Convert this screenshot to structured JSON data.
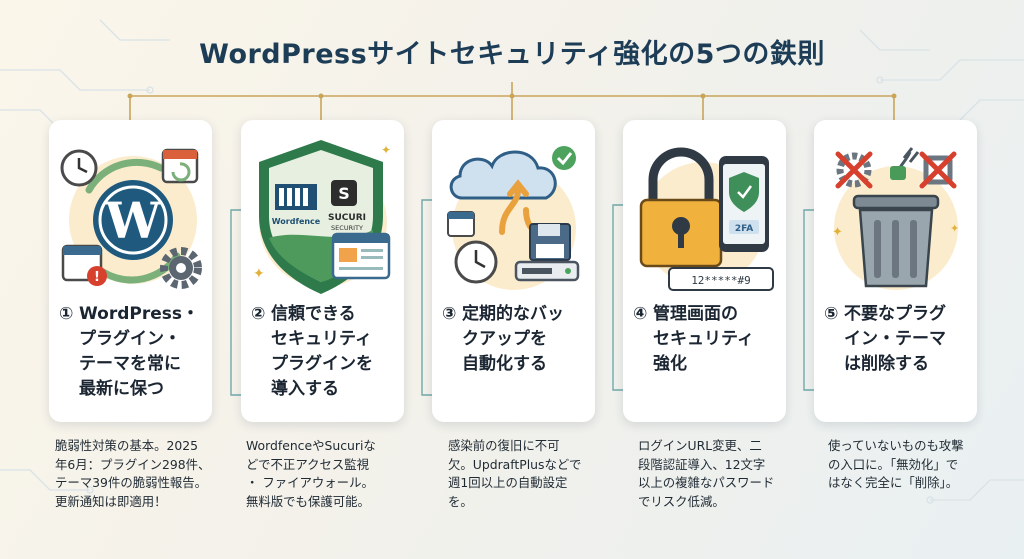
{
  "title": "WordPressサイトセキュリティ強化の5つの鉄則",
  "colors": {
    "title": "#1d3d57",
    "line": "#c9a55a",
    "line_teal": "#5aa3a6",
    "card": "#ffffff"
  },
  "cards": [
    {
      "number": "①",
      "heading_lines": [
        "WordPress・",
        "プラグイン・",
        "テーマを常に",
        "最新に保つ"
      ],
      "icons": [
        "wordpress-logo-icon",
        "clock-icon",
        "calendar-refresh-icon",
        "calendar-warning-icon",
        "gear-icon",
        "refresh-arrows-icon"
      ],
      "desc_lines": [
        "脆弱性対策の基本。2025",
        "年6月：プラグイン298件、",
        "テーマ39件の脆弱性報告。",
        "更新通知は即適用！"
      ]
    },
    {
      "number": "②",
      "heading_lines": [
        "信頼できる",
        "セキュリティ",
        "プラグインを",
        "導入する"
      ],
      "icons": [
        "shield-icon",
        "wordfence-logo-icon",
        "sucuri-logo-icon",
        "browser-window-icon"
      ],
      "logo_text": {
        "wordfence": "Wordfence",
        "sucuri": "SUCURI",
        "sucuri_sub": "SECURITY"
      },
      "desc_lines": [
        "WordfenceやSucuriな",
        "どで不正アクセス監視",
        "・ ファイアウォール。",
        "無料版でも保護可能。"
      ]
    },
    {
      "number": "③",
      "heading_lines": [
        "定期的なバッ",
        "クアップを",
        "自動化する"
      ],
      "icons": [
        "cloud-icon",
        "checkmark-icon",
        "sync-arrows-icon",
        "floppy-disk-icon",
        "server-icon",
        "clock-icon",
        "calendar-icon"
      ],
      "desc_lines": [
        "感染前の復旧に不可",
        "欠。UpdraftPlusなどで",
        "週1回以上の自動設定",
        "を。"
      ]
    },
    {
      "number": "④",
      "heading_lines": [
        "管理画面の",
        "セキュリティ",
        "強化"
      ],
      "icons": [
        "padlock-icon",
        "smartphone-icon",
        "shield-check-icon",
        "password-field-icon"
      ],
      "phone_label": "2FA",
      "password_text": "12*****#9",
      "desc_lines": [
        "ログインURL変更、二",
        "段階認証導入、12文字",
        "以上の複雑なパスワード",
        "でリスク低減。"
      ]
    },
    {
      "number": "⑤",
      "heading_lines": [
        "不要なプラグ",
        "イン・テーマ",
        "は削除する"
      ],
      "icons": [
        "trash-can-icon",
        "crossed-gear-icon",
        "plug-icon",
        "crossed-puzzle-icon"
      ],
      "desc_lines": [
        "使っていないものも攻撃",
        "の入口に。「無効化」で",
        "はなく完全に「削除」。"
      ]
    }
  ]
}
